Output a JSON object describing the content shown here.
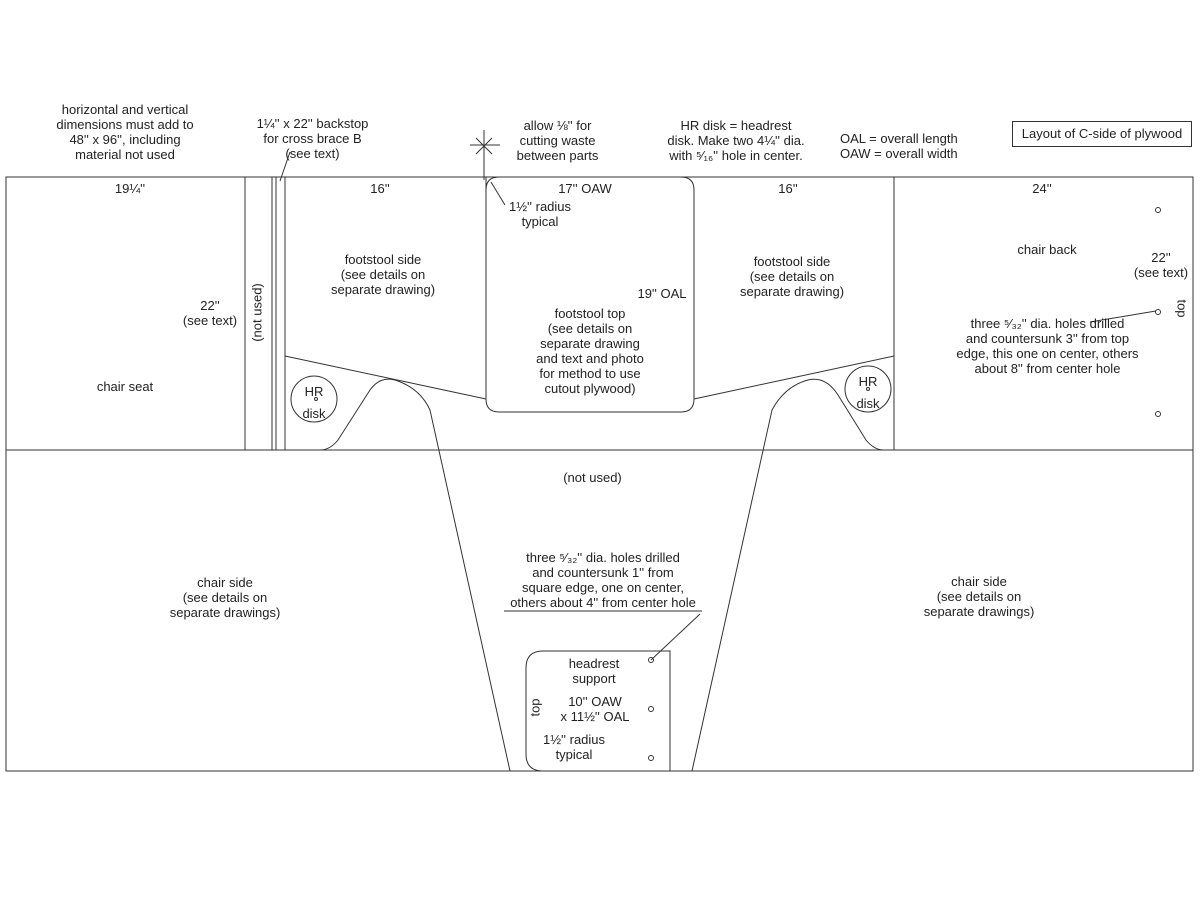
{
  "title": "Layout of C-side of plywood",
  "notes": {
    "dimensions": [
      "horizontal and vertical",
      "dimensions must add to",
      "48'' x 96'', including",
      "material not used"
    ],
    "backstop": [
      "1¼'' x 22'' backstop",
      "for cross brace B",
      "(see text)"
    ],
    "kerf": [
      "allow ⅛'' for",
      "cutting waste",
      "between parts"
    ],
    "hr_disk": [
      "HR disk = headrest",
      "disk.  Make two  4¼'' dia.",
      "with ⁵⁄₁₆'' hole in center."
    ],
    "abbrev": [
      "OAL = overall length",
      "OAW = overall width"
    ]
  },
  "parts": {
    "chair_seat": {
      "width": "19¼''",
      "height": [
        "22''",
        "(see text)"
      ],
      "label": "chair seat"
    },
    "not_used_strip": "(not used)",
    "footstool_side_left": {
      "width": "16''",
      "label": [
        "footstool side",
        "(see details on",
        "separate drawing)"
      ]
    },
    "footstool_top": {
      "width": "17'' OAW",
      "length": "19'' OAL",
      "radius": [
        "1½'' radius",
        "typical"
      ],
      "label": [
        "footstool top",
        "(see details on",
        "separate drawing",
        "and text and photo",
        "for method to use",
        "cutout plywood)"
      ]
    },
    "footstool_side_right": {
      "width": "16''",
      "label": [
        "footstool side",
        "(see details on",
        "separate drawing)"
      ]
    },
    "chair_back": {
      "width": "24''",
      "label": "chair back",
      "height": [
        "22''",
        "(see text)"
      ],
      "top": "top",
      "holes": [
        "three ⁵⁄₃₂'' dia. holes drilled",
        "and countersunk 3'' from top",
        "edge, this one on center, others",
        "about 8'' from center hole"
      ]
    },
    "hr_disk_left": [
      "HR",
      "disk"
    ],
    "hr_disk_right": [
      "HR",
      "disk"
    ],
    "middle_not_used": "(not used)",
    "chair_side_left": [
      "chair side",
      "(see details on",
      "separate drawings)"
    ],
    "chair_side_right": [
      "chair side",
      "(see details on",
      "separate drawings)"
    ],
    "headrest_holes": [
      "three ⁵⁄₃₂'' dia. holes drilled",
      "and countersunk 1'' from",
      "square edge, one on center,",
      "others about 4'' from center hole"
    ],
    "headrest_support": {
      "label": [
        "headrest",
        "support"
      ],
      "size": [
        "10'' OAW",
        "x 11½'' OAL"
      ],
      "radius": [
        "1½'' radius",
        "typical"
      ],
      "top": "top"
    }
  }
}
